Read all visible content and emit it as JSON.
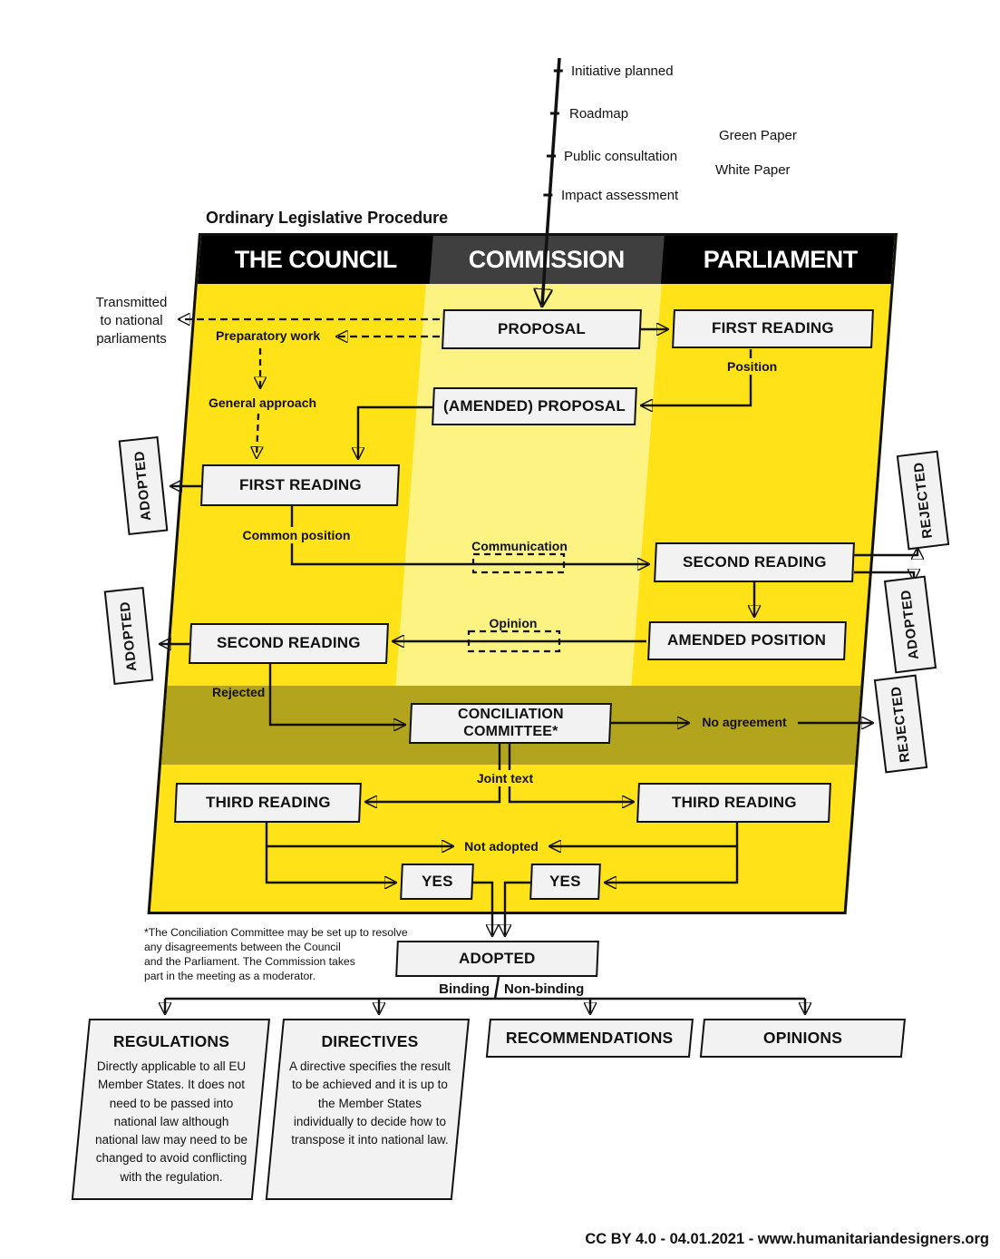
{
  "title": "Ordinary Legislative Procedure",
  "footer": "CC BY 4.0 - 04.01.2021 - www.humanitariandesigners.org",
  "colors": {
    "yellow": "#FFE217",
    "light_yellow": "#FCF383",
    "olive": "#B2A41D",
    "commission_gray": "#3F3F3F",
    "box_fill": "#F2F2F2",
    "ink": "#111111"
  },
  "timeline": {
    "items": [
      "Initiative planned",
      "Roadmap",
      "Public consultation",
      "Impact assessment"
    ],
    "papers": [
      "Green Paper",
      "White Paper"
    ]
  },
  "header": {
    "columns": [
      "THE COUNCIL",
      "COMMISSION",
      "PARLIAMENT"
    ]
  },
  "flow": {
    "proposal": "PROPOSAL",
    "first_reading_parliament": "FIRST READING",
    "amended_proposal": "(AMENDED) PROPOSAL",
    "first_reading_council": "FIRST READING",
    "second_reading_parliament": "SECOND READING",
    "amended_position": "AMENDED POSITION",
    "second_reading_council": "SECOND READING",
    "conciliation_line1": "CONCILIATION",
    "conciliation_line2": "COMMITTEE*",
    "third_reading_council": "THIRD READING",
    "third_reading_parliament": "THIRD READING",
    "yes_left": "YES",
    "yes_right": "YES",
    "adopted_final": "ADOPTED"
  },
  "labels": {
    "transmitted_lines": [
      "Transmitted",
      "to national",
      "parliaments"
    ],
    "preparatory_work": "Preparatory work",
    "general_approach": "General approach",
    "position": "Position",
    "common_position": "Common position",
    "communication": "Communication",
    "opinion": "Opinion",
    "rejected": "Rejected",
    "no_agreement": "No agreement",
    "joint_text": "Joint text",
    "not_adopted": "Not adopted",
    "binding": "Binding",
    "non_binding": "Non-binding"
  },
  "side_labels": {
    "left_top": "ADOPTED",
    "left_bottom": "ADOPTED",
    "right_top": "REJECTED",
    "right_middle": "ADOPTED",
    "right_bottom": "REJECTED"
  },
  "footnote": {
    "lines": [
      "*The Conciliation Committee may be set up to resolve",
      "any disagreements between the Council",
      "and the Parliament. The Commission takes",
      "part in the meeting as a moderator."
    ]
  },
  "outputs": [
    {
      "title": "REGULATIONS",
      "body": "Directly applicable to all EU Member States. It does not need to be passed into national law although national law may need to be changed to avoid conflicting with the regulation."
    },
    {
      "title": "DIRECTIVES",
      "body": "A directive specifies the result to be achieved and it is up to the Member States individually to decide how to transpose it into national law."
    },
    {
      "title": "RECOMMENDATIONS",
      "body": ""
    },
    {
      "title": "OPINIONS",
      "body": ""
    }
  ]
}
